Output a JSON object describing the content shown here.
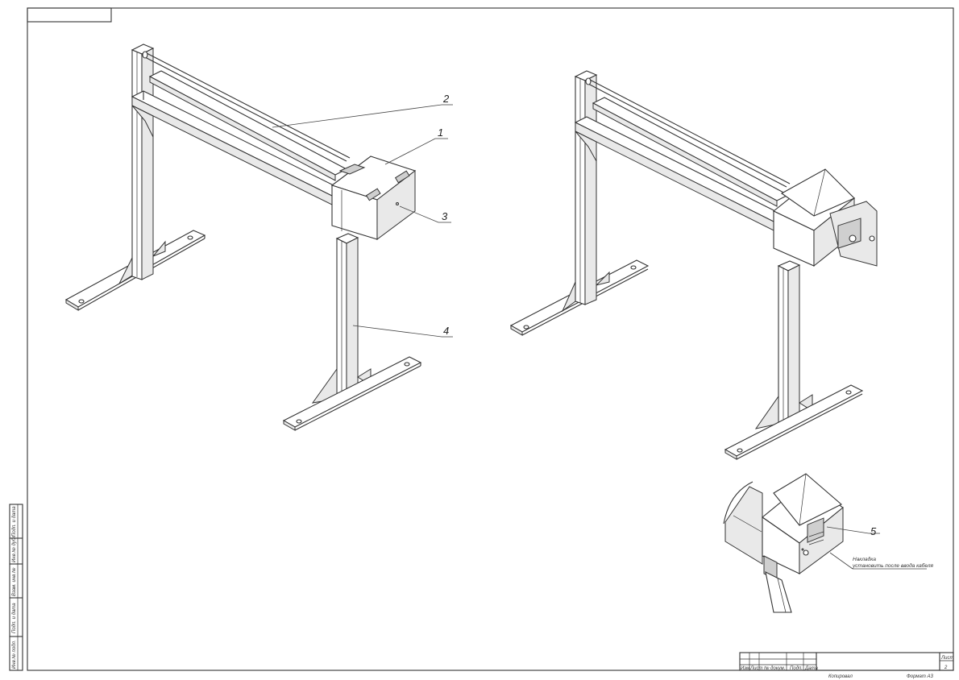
{
  "callouts": {
    "c1": "1",
    "c2": "2",
    "c3": "3",
    "c4": "4",
    "c5": "5"
  },
  "note": {
    "line1": "Накладка",
    "line2": "установить после ввода кабеля"
  },
  "side_stamp": {
    "f1": "Инв.№ подл.",
    "f2": "Подп. и дата",
    "f3": "Взам. инв.№",
    "f4": "Инв.№ дубл.",
    "f5": "Подп. и дата"
  },
  "title_block": {
    "izm": "Изм",
    "list": "Лист",
    "doc": "№ докум.",
    "podp": "Подп.",
    "data": "Дата",
    "sheet_label": "Лист",
    "sheet_no": "2",
    "copied": "Копировал",
    "format": "Формат  А3"
  }
}
